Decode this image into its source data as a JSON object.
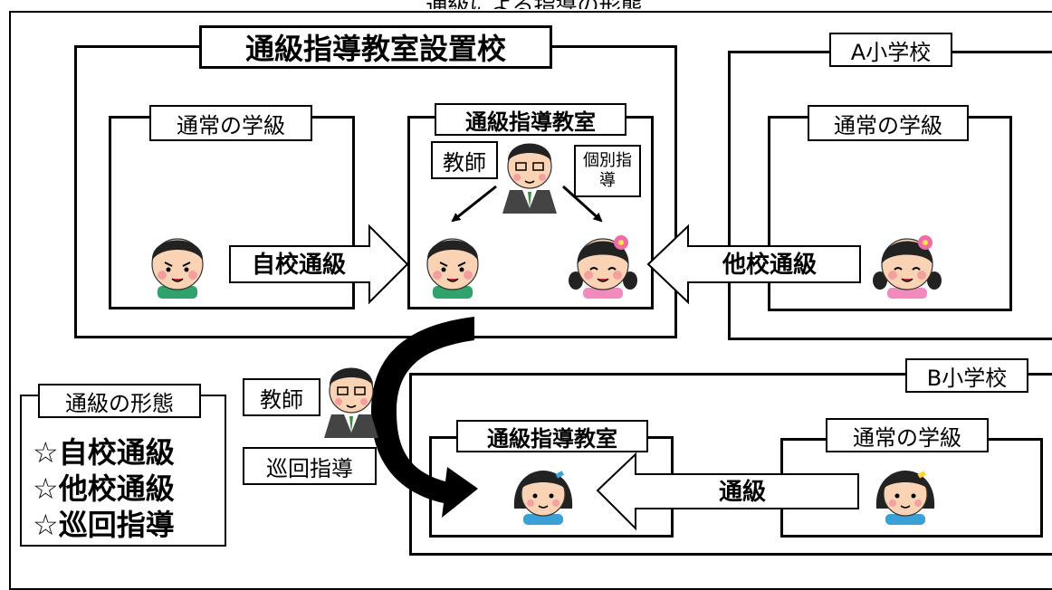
{
  "top_text": "通級による指導の形態",
  "host_school": {
    "title": "通級指導教室設置校",
    "regular_class": "通常の学級",
    "resource_room": "通級指導教室",
    "teacher": "教師",
    "individual": "個別指導",
    "self_arrow": "自校通級"
  },
  "school_a": {
    "title": "A小学校",
    "regular_class": "通常の学級",
    "other_arrow": "他校通級"
  },
  "school_b": {
    "title": "B小学校",
    "resource_room": "通級指導教室",
    "regular_class": "通常の学級",
    "arrow": "通級"
  },
  "itinerant": {
    "teacher": "教師",
    "label": "巡回指導"
  },
  "legend": {
    "title": "通級の形態",
    "items": [
      "☆自校通級",
      "☆他校通級",
      "☆巡回指導"
    ]
  }
}
